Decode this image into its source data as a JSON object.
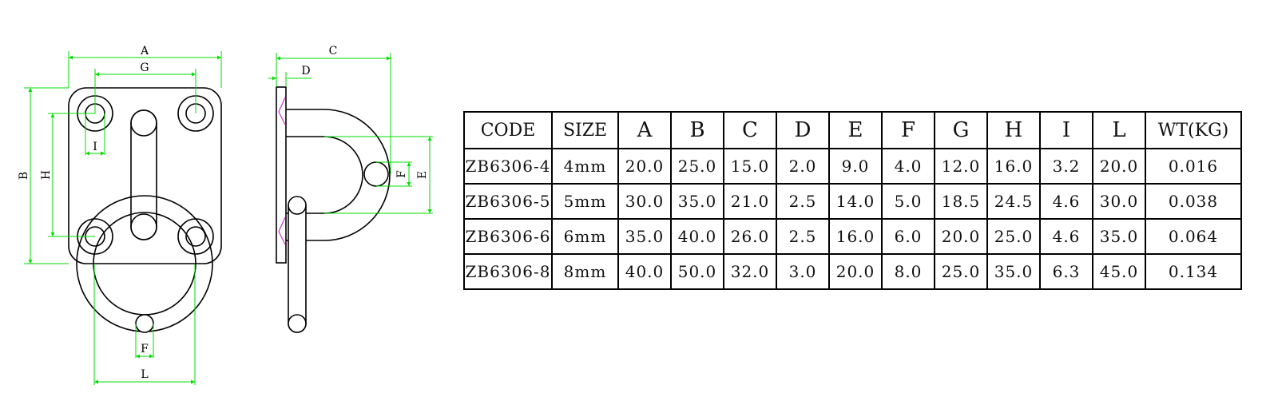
{
  "drawing": {
    "front_view": {
      "dim_labels": {
        "A": "A",
        "G": "G",
        "B": "B",
        "H": "H",
        "I": "I",
        "F": "F",
        "L": "L"
      }
    },
    "side_view": {
      "dim_labels": {
        "C": "C",
        "D": "D",
        "E": "E",
        "F": "F"
      }
    },
    "colors": {
      "outline": "#000000",
      "dimension": "#00dd00",
      "weld": "#cc33cc"
    }
  },
  "table": {
    "headers": [
      "CODE",
      "SIZE",
      "A",
      "B",
      "C",
      "D",
      "E",
      "F",
      "G",
      "H",
      "I",
      "L",
      "WT(KG)"
    ],
    "rows": [
      [
        "ZB6306-4",
        "4mm",
        "20.0",
        "25.0",
        "15.0",
        "2.0",
        "9.0",
        "4.0",
        "12.0",
        "16.0",
        "3.2",
        "20.0",
        "0.016"
      ],
      [
        "ZB6306-5",
        "5mm",
        "30.0",
        "35.0",
        "21.0",
        "2.5",
        "14.0",
        "5.0",
        "18.5",
        "24.5",
        "4.6",
        "30.0",
        "0.038"
      ],
      [
        "ZB6306-6",
        "6mm",
        "35.0",
        "40.0",
        "26.0",
        "2.5",
        "16.0",
        "6.0",
        "20.0",
        "25.0",
        "4.6",
        "35.0",
        "0.064"
      ],
      [
        "ZB6306-8",
        "8mm",
        "40.0",
        "50.0",
        "32.0",
        "3.0",
        "20.0",
        "8.0",
        "25.0",
        "35.0",
        "6.3",
        "45.0",
        "0.134"
      ]
    ]
  }
}
